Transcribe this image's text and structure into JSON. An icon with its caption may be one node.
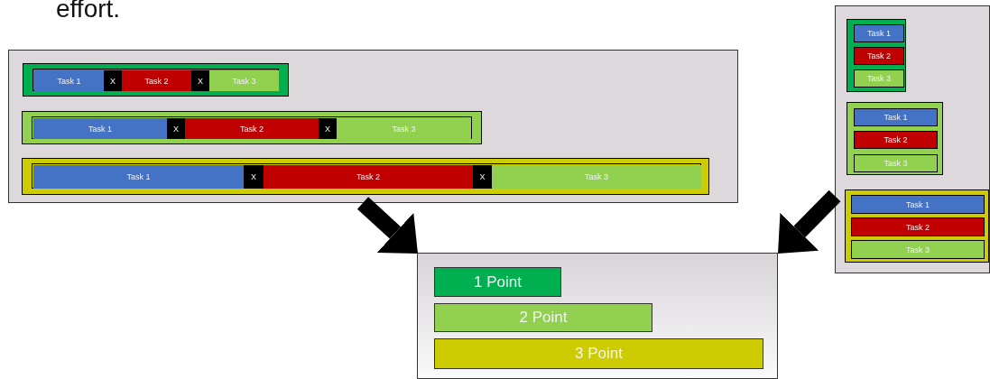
{
  "diagram": {
    "nodes": [
      {
        "text": [],
        "shape": "box"
      },
      {
        "text": [],
        "shape": "box",
        "in": 0
      },
      {
        "text": [
          "Task 1"
        ],
        "in": 1
      },
      {
        "text": [
          "X"
        ],
        "in": 1
      },
      {
        "text": [
          "Task 2"
        ],
        "in": 1
      },
      {
        "text": [
          "X"
        ],
        "in": 1
      },
      {
        "text": [
          "Task 3"
        ],
        "in": 1
      },
      {
        "text": [],
        "shape": "box",
        "in": 0
      },
      {
        "text": [
          "Task 1"
        ],
        "in": 7
      },
      {
        "text": [
          "X"
        ],
        "in": 7
      },
      {
        "text": [
          "Task 2"
        ],
        "in": 7
      },
      {
        "text": [
          "X"
        ],
        "in": 7
      },
      {
        "text": [
          "Task 3"
        ],
        "in": 7
      },
      {
        "text": [],
        "shape": "box",
        "in": 0
      },
      {
        "text": [
          "Task 1"
        ],
        "in": 13
      },
      {
        "text": [
          "X"
        ],
        "in": 13
      },
      {
        "text": [
          "Task 2"
        ],
        "in": 13
      },
      {
        "text": [
          "X"
        ],
        "in": 13
      },
      {
        "text": [
          "Task 3"
        ],
        "in": 13
      },
      {
        "text": [],
        "shape": "box"
      },
      {
        "text": [],
        "shape": "box",
        "in": 19
      },
      {
        "text": [
          "Task 1"
        ],
        "in": 20
      },
      {
        "text": [
          "Task 2"
        ],
        "in": 20
      },
      {
        "text": [
          "Task 3"
        ],
        "in": 20
      },
      {
        "text": [],
        "shape": "box",
        "in": 19
      },
      {
        "text": [
          "Task 1"
        ],
        "in": 24
      },
      {
        "text": [
          "Task 2"
        ],
        "in": 24
      },
      {
        "text": [
          "Task 3"
        ],
        "in": 24
      },
      {
        "text": [],
        "shape": "box",
        "in": 19
      },
      {
        "text": [
          "Task 1"
        ],
        "in": 28
      },
      {
        "text": [
          "Task 2"
        ],
        "in": 28
      },
      {
        "text": [
          "Task 3"
        ],
        "in": 28
      },
      {
        "text": [],
        "shape": "box"
      },
      {
        "text": [
          "1 Point"
        ],
        "in": 32
      },
      {
        "text": [
          "2 Point"
        ],
        "in": 32
      },
      {
        "text": [
          "3 Point"
        ],
        "in": 32
      }
    ],
    "edges": [
      {
        "from": 0,
        "to": 32,
        "arrow": "to"
      },
      {
        "from": 19,
        "to": 32,
        "arrow": "to"
      }
    ],
    "labels": [
      "effort."
    ]
  }
}
